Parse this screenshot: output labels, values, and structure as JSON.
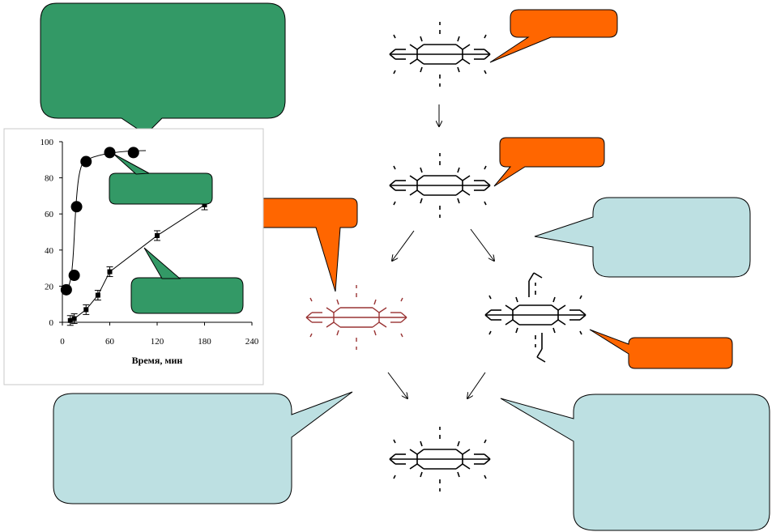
{
  "colors": {
    "green_callout": "#339966",
    "orange_callout": "#ff6600",
    "blue_callout": "#bde0e2",
    "red_molecule": "#993333",
    "black": "#000000"
  },
  "chart_data": {
    "type": "scatter",
    "xlabel": "Время, мин",
    "ylabel": "",
    "xlim": [
      0,
      240
    ],
    "ylim": [
      0,
      100
    ],
    "x_ticks": [
      "0",
      "60",
      "120",
      "180",
      "240"
    ],
    "y_ticks": [
      "0",
      "20",
      "40",
      "60",
      "80",
      "100"
    ],
    "grid": false,
    "series": [
      {
        "marker": "circle",
        "x": [
          5,
          15,
          18,
          30,
          60,
          90
        ],
        "y": [
          18,
          26,
          64,
          89,
          94,
          94
        ]
      },
      {
        "marker": "square",
        "x": [
          10,
          15,
          30,
          45,
          60,
          120,
          180
        ],
        "y": [
          1,
          2,
          7,
          15,
          28,
          48,
          65
        ]
      }
    ]
  }
}
